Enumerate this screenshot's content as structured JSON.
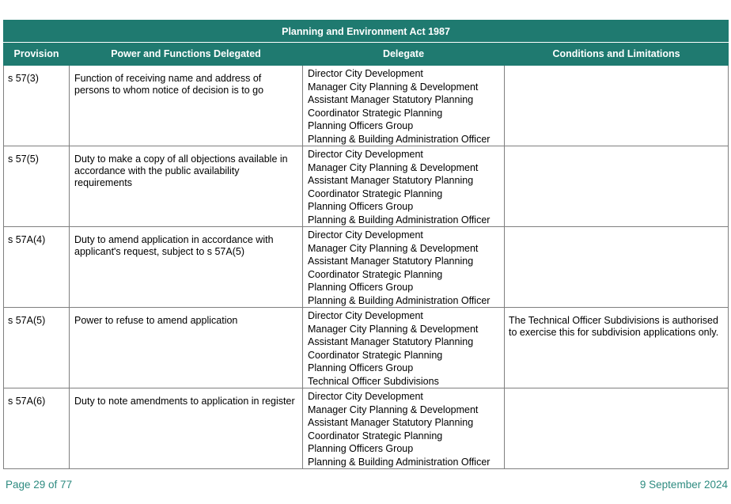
{
  "table": {
    "title": "Planning and Environment Act 1987",
    "headers": [
      "Provision",
      "Power and Functions Delegated",
      "Delegate",
      "Conditions and Limitations"
    ],
    "rows": [
      {
        "provision": "s 57(3)",
        "power": "Function of receiving name and address of persons to whom notice of decision is to go",
        "delegates": [
          "Director City Development",
          "Manager City Planning & Development",
          "Assistant Manager Statutory Planning",
          "Coordinator Strategic Planning",
          "Planning Officers Group",
          "Planning & Building Administration Officer"
        ],
        "conditions": ""
      },
      {
        "provision": "s 57(5)",
        "power": "Duty to make a copy of all objections available in accordance with the public availability requirements",
        "delegates": [
          "Director City Development",
          "Manager City Planning & Development",
          "Assistant Manager Statutory Planning",
          "Coordinator Strategic Planning",
          "Planning Officers Group",
          "Planning & Building Administration Officer"
        ],
        "conditions": ""
      },
      {
        "provision": "s 57A(4)",
        "power": "Duty to amend application in accordance with applicant's request, subject to s 57A(5)",
        "delegates": [
          "Director City Development",
          "Manager City Planning & Development",
          "Assistant Manager Statutory Planning",
          "Coordinator Strategic Planning",
          "Planning Officers Group",
          "Planning & Building Administration Officer"
        ],
        "conditions": ""
      },
      {
        "provision": "s 57A(5)",
        "power": "Power to refuse to amend application",
        "delegates": [
          "Director City Development",
          "Manager City Planning & Development",
          "Assistant Manager Statutory Planning",
          "Coordinator Strategic Planning",
          "Planning Officers Group",
          "Technical Officer Subdivisions"
        ],
        "conditions": "The Technical Officer Subdivisions is authorised to exercise this for subdivision applications only."
      },
      {
        "provision": "s 57A(6)",
        "power": "Duty to note amendments to application in register",
        "delegates": [
          "Director City Development",
          "Manager City Planning & Development",
          "Assistant Manager Statutory Planning",
          "Coordinator Strategic Planning",
          "Planning Officers Group",
          "Planning & Building Administration Officer"
        ],
        "conditions": ""
      }
    ]
  },
  "footer": {
    "page": "Page 29 of 77",
    "date": "9 September 2024"
  },
  "colors": {
    "header_bg": "#1f7a70",
    "footer_text": "#2e8b80"
  }
}
